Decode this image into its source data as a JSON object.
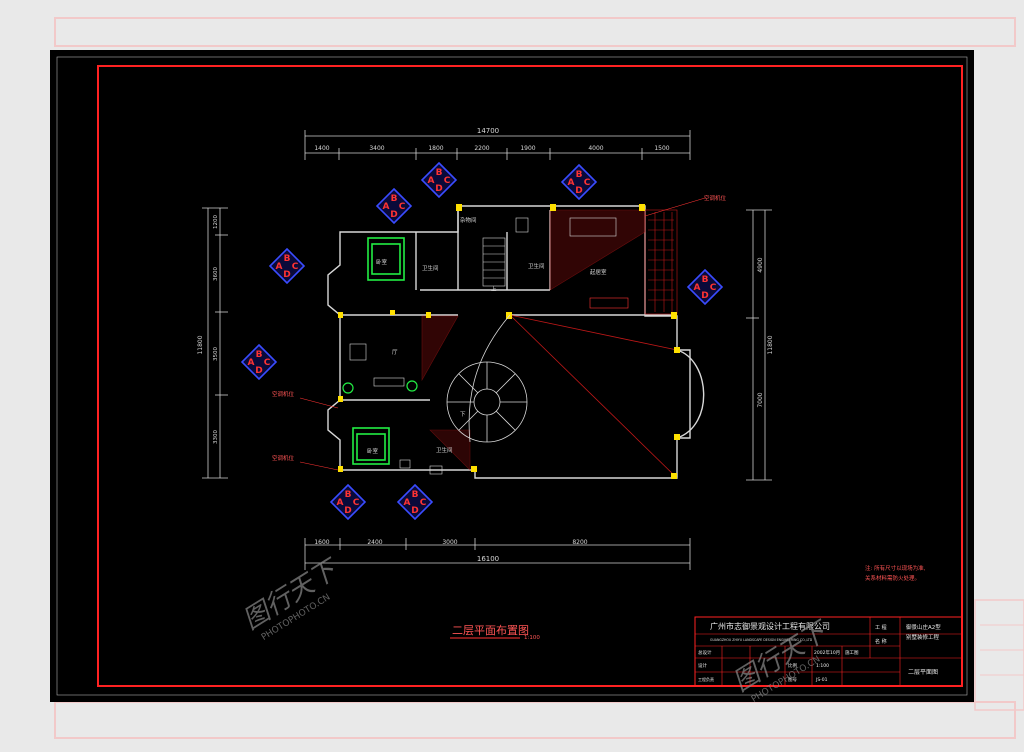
{
  "plan": {
    "title": "二层平面布置图",
    "scale": "1:100",
    "overall_width": "14700",
    "overall_bottom": "16100",
    "top_segments": [
      "1400",
      "3400",
      "1800",
      "2200",
      "1900",
      "4000",
      "1500"
    ],
    "bottom_segments": [
      "1600",
      "2400",
      "3000",
      "8200"
    ],
    "left_total": "11800",
    "right_total": "11800",
    "left_segments": [
      "1200",
      "3600",
      "3500",
      "3300"
    ],
    "right_segments": [
      "4900",
      "7000"
    ],
    "rooms": {
      "master_bedroom": "卧室",
      "bath_top": "卫生间",
      "storage": "杂物间",
      "bath_center": "卫生间",
      "family_room": "起居室",
      "hall": "厅",
      "bedroom_bottom": "卧室",
      "bath_bottom": "卫生间",
      "stair_up": "上",
      "stair_down": "下"
    },
    "labels": {
      "ac_1": "空调机位",
      "ac_2": "空调机位",
      "ac_3": "空调机位"
    },
    "markers": [
      "A",
      "B",
      "C",
      "D"
    ],
    "note": "注: 所有尺寸以现场为准,\n关系材料需防火处理。"
  },
  "title_block": {
    "company": "广州市志御景观设计工程有限公司",
    "company_en": "GUANGZHOU ZHIYU LANDSCAPE DESIGN ENGINEERING CO.,LTD",
    "project_label": "工 程",
    "name_label": "名 称",
    "project_value": "御景山庄A2型",
    "project_value2": "别墅装修工程",
    "designer_label": "总设计",
    "drafter_label": "设计",
    "checker_label": "工程负责",
    "date": "2002年10月",
    "scale_label": "比例",
    "scale_value": "1:100",
    "stage": "施工图",
    "number_label": "图号",
    "number": "JS-01",
    "drawing_name": "二层平面图"
  },
  "watermark": {
    "brand_cn": "图行天下",
    "brand_en": "PHOTOPHOTO.CN"
  }
}
